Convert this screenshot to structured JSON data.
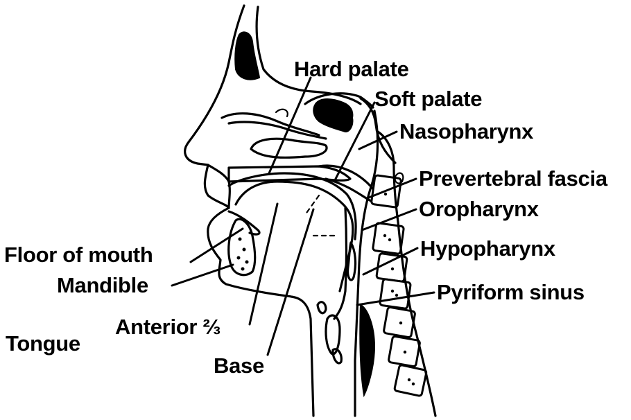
{
  "labels": {
    "hard_palate": "Hard palate",
    "soft_palate": "Soft palate",
    "nasopharynx": "Nasopharynx",
    "prevertebral_fascia": "Prevertebral fascia",
    "oropharynx": "Oropharynx",
    "hypopharynx": "Hypopharynx",
    "pyriform_sinus": "Pyriform sinus",
    "floor_of_mouth": "Floor of mouth",
    "mandible": "Mandible",
    "anterior_two_thirds": "Anterior ⅔",
    "tongue": "Tongue",
    "base": "Base"
  }
}
